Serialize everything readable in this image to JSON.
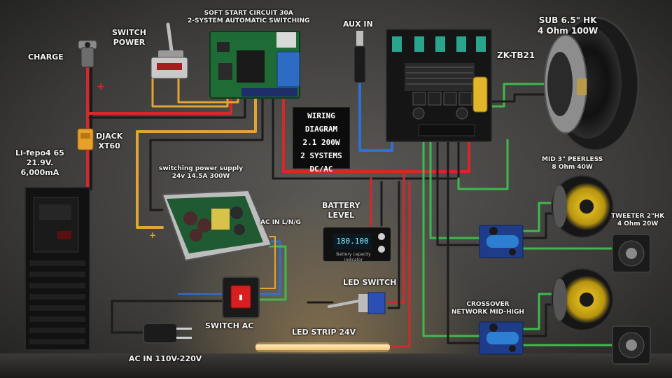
{
  "diagram": {
    "title_lines": [
      "WIRING",
      "DIAGRAM",
      "2.1 200W",
      "2 SYSTEMS",
      "DC/AC"
    ],
    "labels": {
      "charge": "CHARGE",
      "switch_power": [
        "SWITCH",
        "POWER"
      ],
      "soft_start": [
        "SOFT START CIRCUIT 30A",
        "2-SYSTEM AUTOMATIC SWITCHING"
      ],
      "aux_in": "AUX IN",
      "amp": "ZK-TB21",
      "sub": [
        "SUB 6.5\" HK",
        "4 Ohm 100W"
      ],
      "djack": [
        "DJACK",
        "XT60"
      ],
      "battery": [
        "Li-fepo4 65",
        "21.9V.",
        "6,000mA"
      ],
      "psu": [
        "switching power supply",
        "24v 14.5A 300W"
      ],
      "ac_lng": "AC IN L/N/G",
      "battery_level": [
        "BATTERY",
        "LEVEL"
      ],
      "mid": [
        "MID 3\" PEERLESS",
        "8 Ohm 40W"
      ],
      "tweeter": [
        "TWEETER 2\"HK",
        "4 Ohm 20W"
      ],
      "led_switch": "LED SWITCH",
      "crossover": [
        "CROSSOVER",
        "NETWORK MID-HIGH"
      ],
      "switch_ac": "SWITCH AC",
      "led_strip": "LED STRIP 24V",
      "ac_in": "AC IN 110V-220V",
      "meter_reading": "180.100",
      "meter_caption": "Battery capacity indicator"
    },
    "colors": {
      "red_wire": "#d8262a",
      "yellow_wire": "#e0a534",
      "black_wire": "#1b1b1b",
      "blue_wire": "#2f6fd6",
      "green_wire": "#3fb94e",
      "pcb_green": "#1f6b36",
      "relay_blue": "#2e6cc4",
      "led_glow": "#ffd488"
    }
  }
}
